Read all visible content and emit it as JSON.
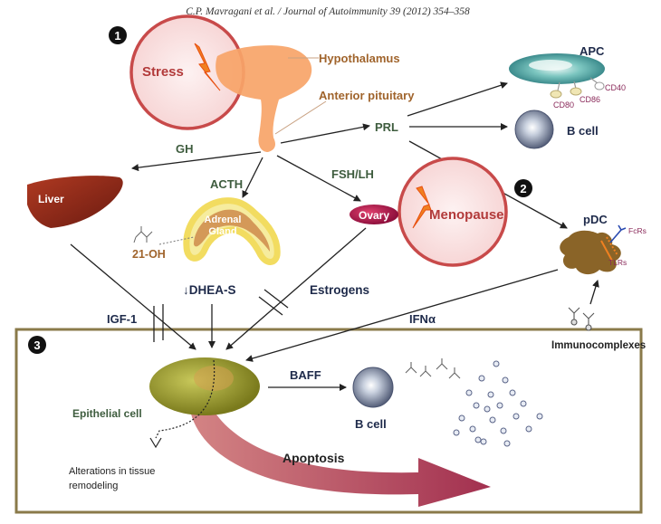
{
  "header": {
    "citation": "C.P. Mavragani et al. / Journal of Autoimmunity 39 (2012) 354–358"
  },
  "markers": {
    "one": "1",
    "two": "2",
    "three": "3"
  },
  "labels": {
    "stress": "Stress",
    "hypothalamus": "Hypothalamus",
    "anterior_pituitary": "Anterior pituitary",
    "prl": "PRL",
    "apc": "APC",
    "cd40": "CD40",
    "cd80": "CD80",
    "cd86": "CD86",
    "b_cell_top": "B cell",
    "gh": "GH",
    "acth": "ACTH",
    "fsh_lh": "FSH/LH",
    "liver": "Liver",
    "adrenal_line1": "Adrenal",
    "adrenal_line2": "Gland",
    "oh21": "21-OH",
    "ovary": "Ovary",
    "menopause": "Menopause",
    "pdc": "pDC",
    "fcrs": "FcRs",
    "tlrs": "TLRs",
    "dhea": "↓DHEA-S",
    "estrogens": "Estrogens",
    "igf1": "IGF-1",
    "ifna": "IFNα",
    "immunocomplexes": "Immunocomplexes",
    "baff": "BAFF",
    "epithelial": "Epithelial cell",
    "b_cell_bottom": "B cell",
    "apoptosis": "Apoptosis",
    "alterations_line1": "Alterations in tissue",
    "alterations_line2": "remodeling"
  },
  "colors": {
    "hypothalamus_orange": "#f7a468",
    "brown_label": "#a0642c",
    "green_label": "#3e5c3e",
    "navy_label": "#1e2a4a",
    "stress_circle": "#c84a4a",
    "liver": "#8c2a1a",
    "adrenal_yellow": "#f2dc60",
    "ovary": "#b0154c",
    "apc_teal": "#3f9d9d",
    "bcell_gray": "#8090a8",
    "pdc_brown": "#8a6428",
    "epithelial_olive": "#8a8a22",
    "apoptosis_arrow": "#9a1e40",
    "box_border": "#8a7a4a"
  },
  "icons": [
    "lightning-bolt-icon",
    "numbered-marker-icon",
    "antibody-icon"
  ]
}
